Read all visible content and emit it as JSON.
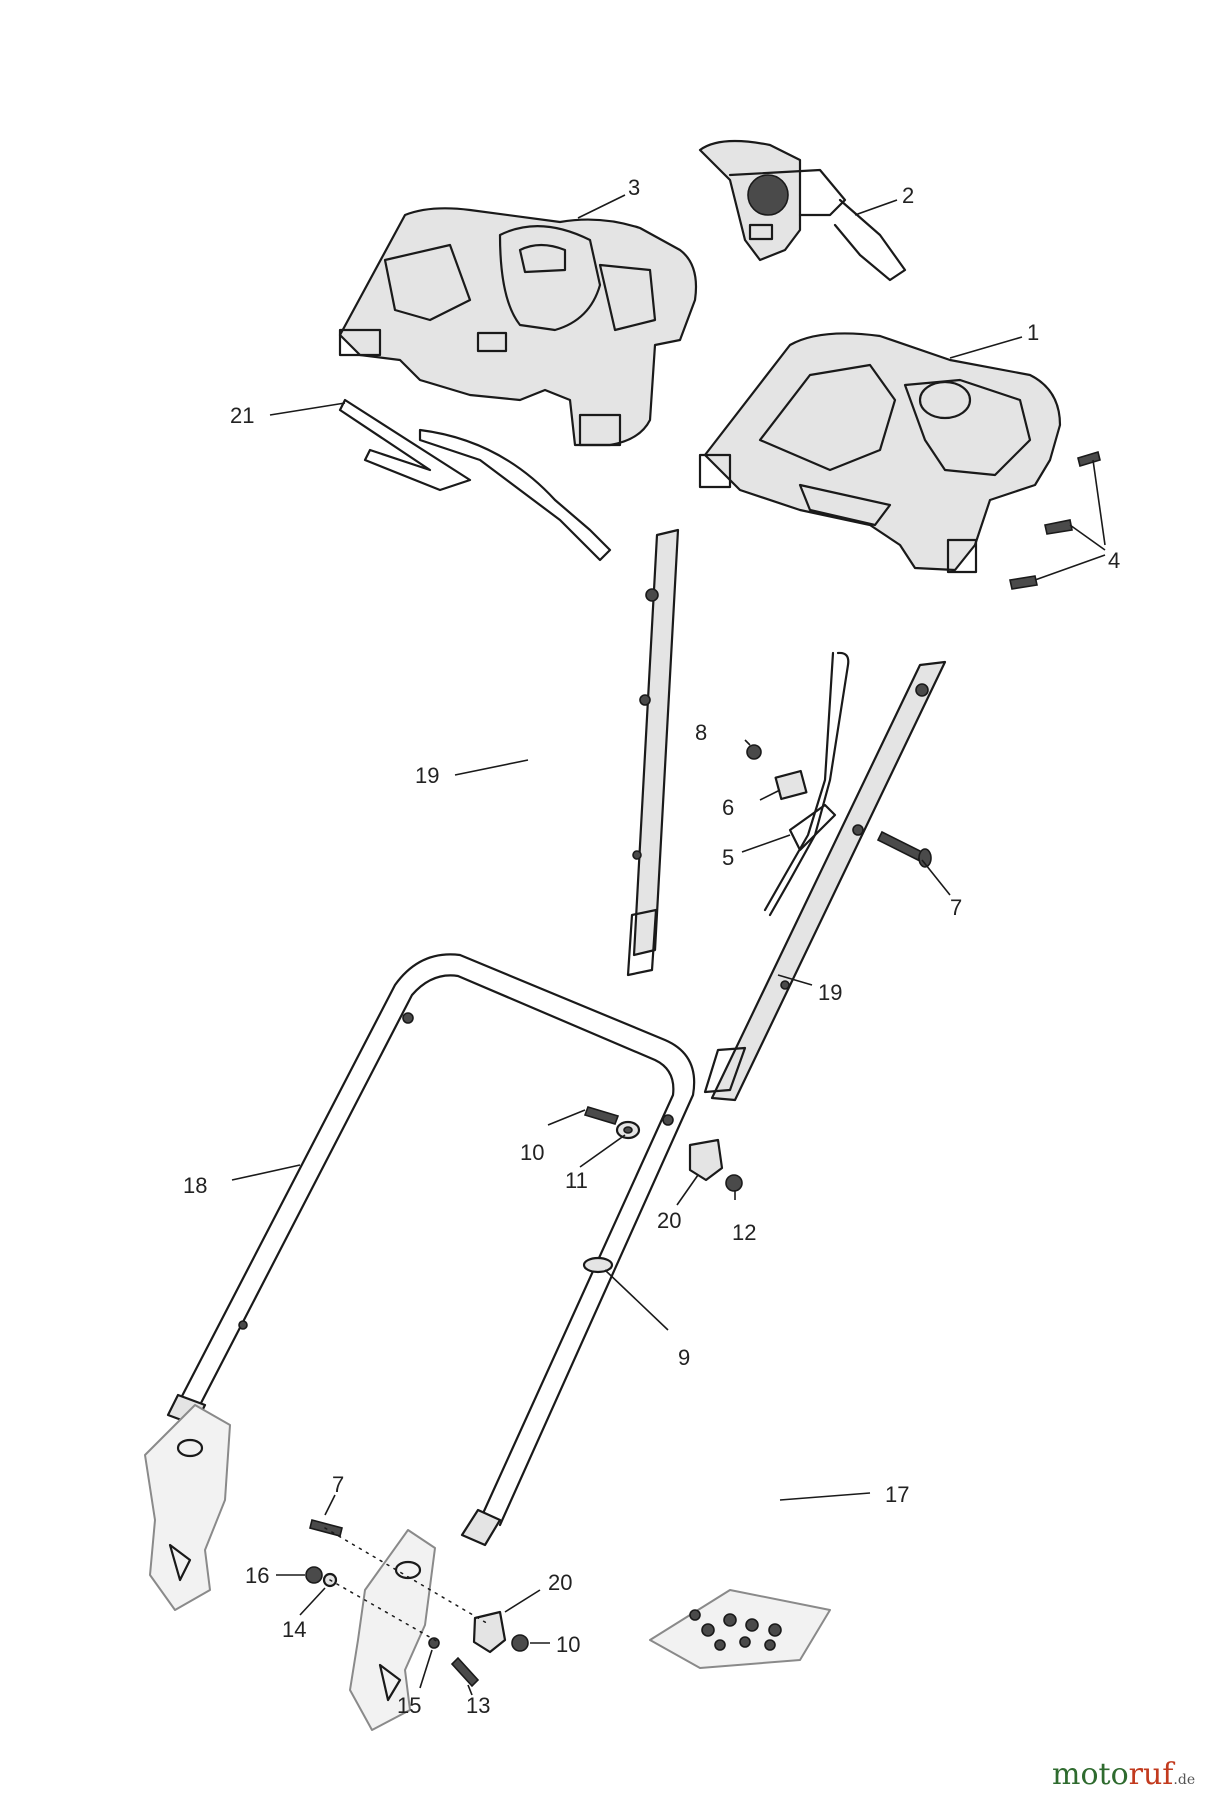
{
  "callouts": {
    "c1": "1",
    "c2": "2",
    "c3": "3",
    "c4": "4",
    "c5": "5",
    "c6": "6",
    "c7a": "7",
    "c7b": "7",
    "c8": "8",
    "c9": "9",
    "c10a": "10",
    "c10b": "10",
    "c11": "11",
    "c12": "12",
    "c13": "13",
    "c14": "14",
    "c15": "15",
    "c16": "16",
    "c17": "17",
    "c18": "18",
    "c19a": "19",
    "c19b": "19",
    "c20a": "20",
    "c20b": "20",
    "c21": "21"
  },
  "watermark": {
    "brand_green": "moto",
    "brand_red": "ruf",
    "suffix": ".de"
  }
}
